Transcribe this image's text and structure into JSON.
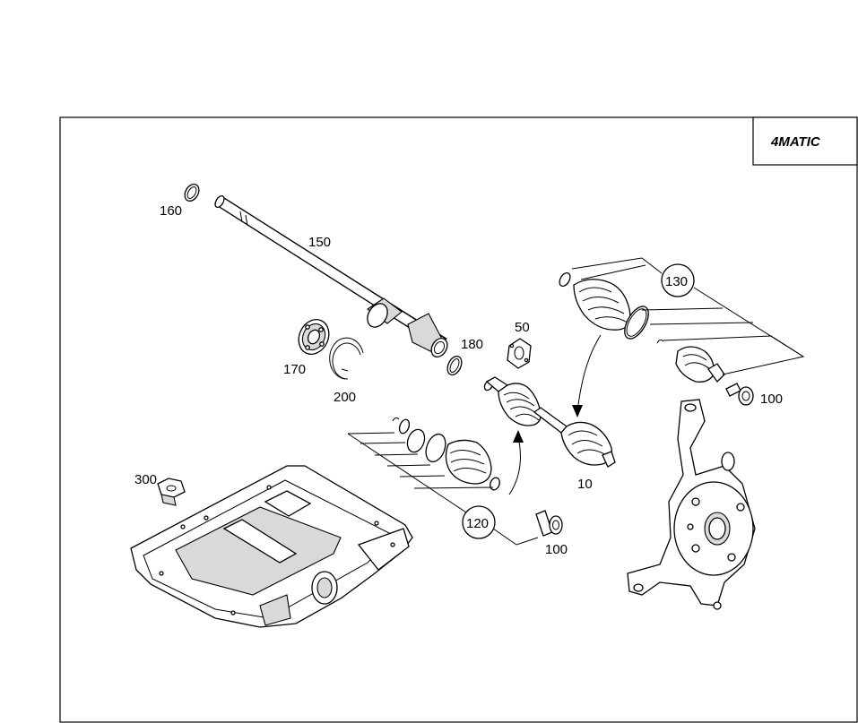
{
  "badge": {
    "text": "4MATIC"
  },
  "callouts": {
    "p10": "10",
    "p50": "50",
    "p100a": "100",
    "p100b": "100",
    "p120": "120",
    "p130": "130",
    "p150": "150",
    "p160": "160",
    "p170": "170",
    "p180": "180",
    "p200": "200",
    "p300": "300"
  }
}
